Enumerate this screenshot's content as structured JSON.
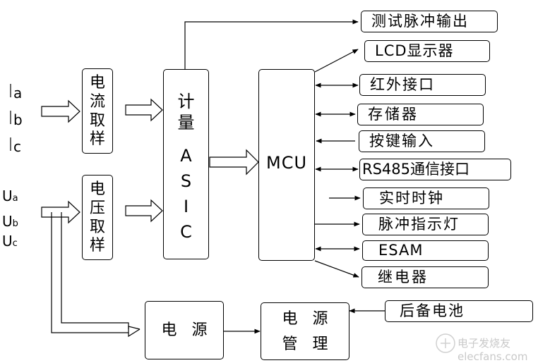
{
  "inputs": {
    "current_phases": [
      "a",
      "b",
      "c"
    ],
    "voltage_phases": [
      {
        "base": "U",
        "sub": "a"
      },
      {
        "base": "U",
        "sub": "b"
      },
      {
        "base": "U",
        "sub": "c"
      }
    ]
  },
  "blocks": {
    "current_sampling": [
      "电",
      "流",
      "取",
      "样"
    ],
    "voltage_sampling": [
      "电",
      "压",
      "取",
      "样"
    ],
    "asic_top": [
      "计",
      "量"
    ],
    "asic_letters": [
      "A",
      "S",
      "I",
      "C"
    ],
    "mcu": "MCU",
    "power": "电   源",
    "power_mgmt_line1": "电   源",
    "power_mgmt_line2": "管   理"
  },
  "outputs": {
    "pulse_test": "测试脉冲输出",
    "lcd": "LCD显示器",
    "infrared": "红外接口",
    "storage": "存储器",
    "keys": "按键输入",
    "rs485": "RS485通信接口",
    "rtc": "实时时钟",
    "pulse_led": "脉冲指示灯",
    "esam": "ESAM",
    "relay": "继电器",
    "battery": "后备电池"
  },
  "watermark": "电子发烧友 elecfans.com"
}
